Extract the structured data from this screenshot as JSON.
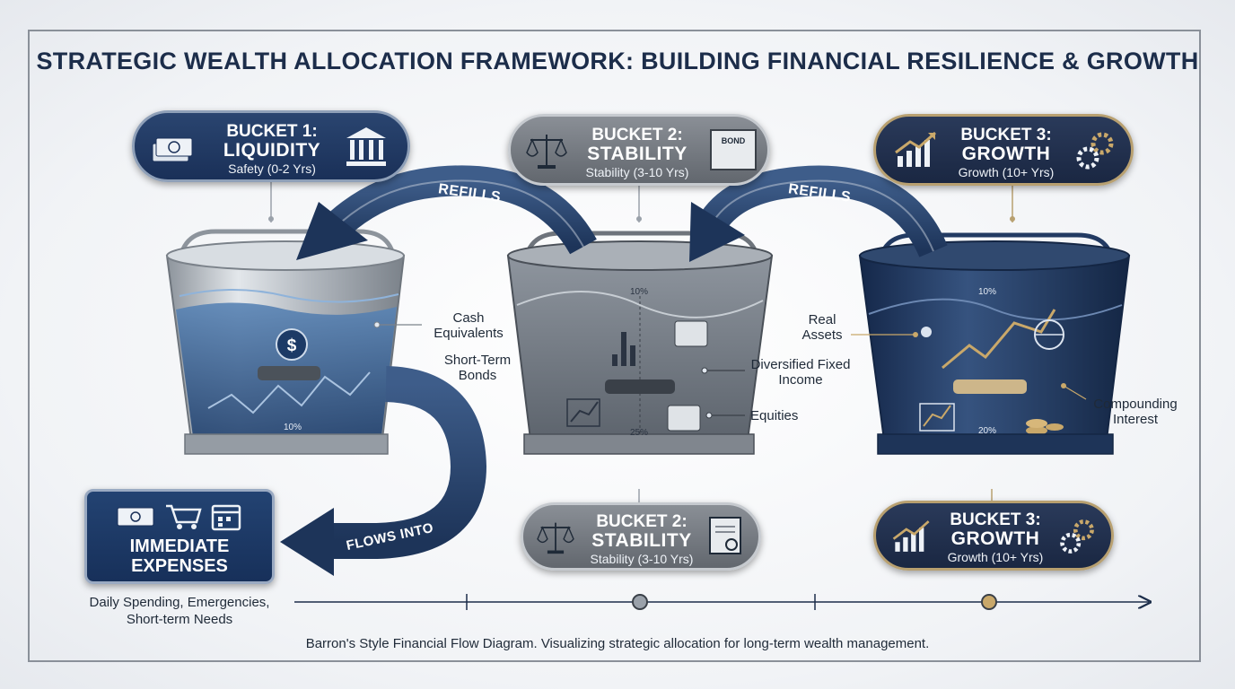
{
  "title": "STRATEGIC WEALTH ALLOCATION FRAMEWORK: BUILDING FINANCIAL RESILIENCE & GROWTH",
  "top_buckets": [
    {
      "label": "BUCKET 1:",
      "name": "LIQUIDITY",
      "horizon": "Safety (0-2 Yrs)"
    },
    {
      "label": "BUCKET 2:",
      "name": "STABILITY",
      "horizon": "Stability (3-10 Yrs)",
      "badge": "BOND"
    },
    {
      "label": "BUCKET 3:",
      "name": "GROWTH",
      "horizon": "Growth (10+ Yrs)"
    }
  ],
  "bottom_buckets": [
    {
      "label": "BUCKET 2:",
      "name": "STABILITY",
      "horizon": "Stability (3-10 Yrs)"
    },
    {
      "label": "BUCKET 3:",
      "name": "GROWTH",
      "horizon": "Growth (10+ Yrs)"
    }
  ],
  "arrows": {
    "refill_1": "REFILLS",
    "refill_2": "REFILLS",
    "flows": "FLOWS INTO"
  },
  "callouts": {
    "cash": "Cash Equivalents",
    "short_bonds": "Short-Term Bonds",
    "fixed_income": "Diversified Fixed Income",
    "equities": "Equities",
    "real_assets": "Real Assets",
    "compounding": "Compounding Interest"
  },
  "bucket_percents": {
    "b1_bottom": "10%",
    "b2_top": "10%",
    "b2_bottom": "25%",
    "b3_top": "10%",
    "b3_bottom": "20%"
  },
  "expenses": {
    "line1": "IMMEDIATE",
    "line2": "EXPENSES",
    "needs": "Daily Spending, Emergencies, Short-term Needs"
  },
  "caption": "Barron's Style Financial Flow Diagram. Visualizing strategic allocation for long-term wealth management.",
  "colors": {
    "navy": "#1a3058",
    "steel": "#6a7078",
    "gold": "#b8a070",
    "text": "#1c2d4a"
  }
}
